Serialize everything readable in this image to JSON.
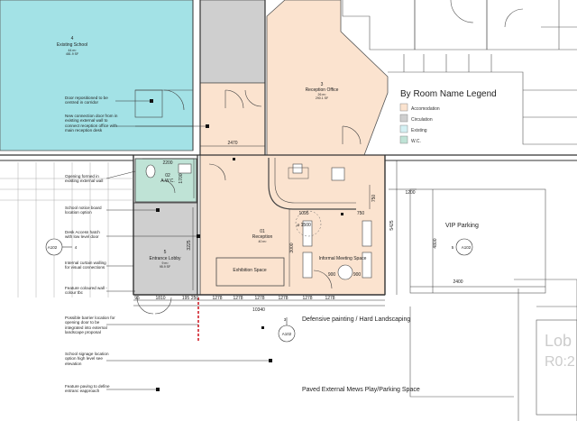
{
  "colors": {
    "accomodation": "#fbe3cf",
    "circulation": "#cfcfcf",
    "existing": "#d4f0f3",
    "wc": "#bfe3d6",
    "existing_school": "#a3e2e6",
    "red_line": "#d0202a"
  },
  "legend": {
    "title": "By Room Name Legend",
    "items": [
      {
        "label": "Accomodation",
        "color": "#fbe3cf"
      },
      {
        "label": "Circulation",
        "color": "#cfcfcf"
      },
      {
        "label": "Existing",
        "color": "#d4f0f3"
      },
      {
        "label": "W.C.",
        "color": "#bfe3d6"
      }
    ]
  },
  "rooms": {
    "existing_school": {
      "number": "4",
      "name": "Existing School",
      "area": "44 m²",
      "area_sqft": "481.9 SF"
    },
    "reception_office": {
      "number": "3",
      "name": "Reception Office",
      "area": "26 m²",
      "area_sqft": "290.1 SF"
    },
    "wc": {
      "number": "02",
      "name": "A.W.C.",
      "area": "",
      "area_sqft": ""
    },
    "entrance_lobby": {
      "number": "5",
      "name": "Entrance Lobby",
      "area": "9 m²",
      "area_sqft": "95.9 SF"
    },
    "reception": {
      "number": "01",
      "name": "Reception",
      "area": "40 m²",
      "area_sqft": ""
    },
    "exhibition": "Exhibition Space",
    "informal_meeting": "Informal Meeting Space",
    "vip_parking": "VIP Parking",
    "lob_partial": "Lob",
    "lob_code": "R0:2"
  },
  "annotations": [
    "Door repositioned to be centred in corridor",
    "New connection door from in existing external wall to connect reception office with main reception desk",
    "Opening formed in existing external wall",
    "School notice board location option",
    "Desk Access hatch with low level door",
    "Internal curtain walling for visual connections",
    "Feature coloured wall - colour tbc",
    "Possible barrier location for opening door to be integrated into external landscape proposal",
    "School signage location option high level see elevation",
    "Feature paving to define entranc eapproach"
  ],
  "site_labels": {
    "defensive": "Defensive painting / Hard Landscaping",
    "paved": "Paved External Mews Play/Parking Space"
  },
  "dimensions": {
    "d2470": "2470",
    "d2200": "2200",
    "d1700": "1700",
    "d5425": "5425",
    "d3225": "3225",
    "d1200": "1200",
    "d750": "750",
    "d1095": "1095",
    "d1500": "⌀ 1500",
    "d750b": "750",
    "d3000": "3000",
    "d4800": "4800",
    "d2400": "2400",
    "d900a": "900",
    "d900b": "900",
    "d10340": "10340",
    "d95": "95",
    "d1810": "1810",
    "d195": "195",
    "d250": "250",
    "s1278": [
      "1278",
      "1278",
      "1278",
      "1278",
      "1278",
      "1278"
    ]
  },
  "section_marks": {
    "a102_left": "A102",
    "a102_right": "A102",
    "a102_bottom": "A102",
    "num4_left": "4",
    "num5_right": "5",
    "num3_bottom": "3"
  }
}
